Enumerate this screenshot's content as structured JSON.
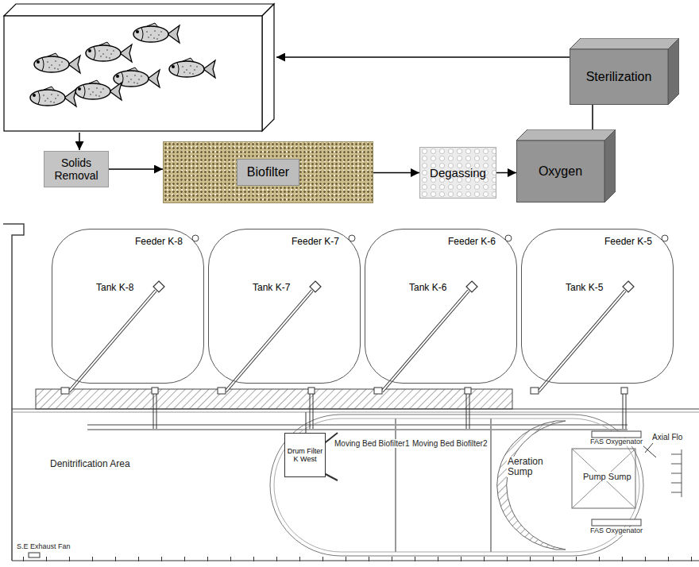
{
  "diagram": {
    "nodes": [
      {
        "text": [
          "Solids Removal"
        ]
      },
      {
        "text": [
          "Biofilter"
        ]
      },
      {
        "text": [
          "Degassing"
        ]
      },
      {
        "text": [
          "Oxygen"
        ]
      },
      {
        "text": [
          "Sterilization"
        ]
      },
      {
        "text": [
          "Feeder K-8",
          "Tank K-8"
        ]
      },
      {
        "text": [
          "Feeder K-7",
          "Tank K-7"
        ]
      },
      {
        "text": [
          "Feeder K-6",
          "Tank K-6"
        ]
      },
      {
        "text": [
          "Feeder K-5",
          "Tank K-5"
        ]
      },
      {
        "text": [
          "Drum Filter K West"
        ]
      }
    ],
    "edges": [
      {
        "from": 0,
        "to": 1,
        "arrow": "to"
      },
      {
        "from": 1,
        "to": 2,
        "arrow": "to"
      },
      {
        "from": 2,
        "to": 3,
        "arrow": "to"
      },
      {
        "from": 3,
        "to": 4,
        "arrow": "none"
      }
    ],
    "labels": [
      "Moving Bed Biofilter1",
      "Moving Bed Biofilter2",
      "Aeration Sump",
      "Pump Sump",
      "FAS Oxygenator",
      "FAS Oxygenator",
      "Axial Flo",
      "Denitrification Area",
      "S.E Exhaust Fan"
    ]
  }
}
